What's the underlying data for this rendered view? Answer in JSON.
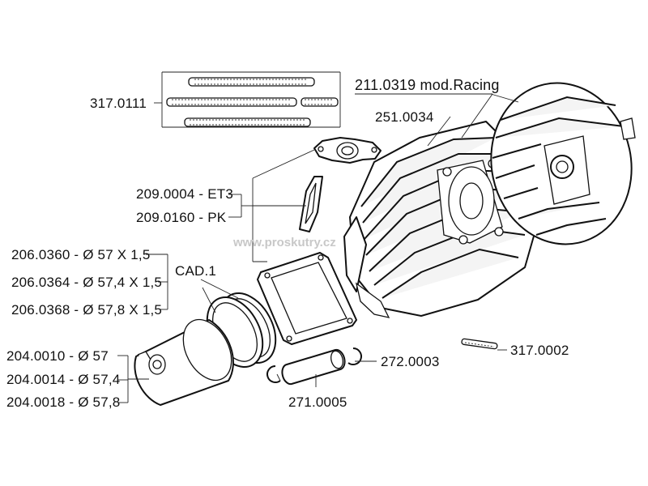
{
  "watermark": "www.proskutry.cz",
  "labels": {
    "studs_top": "317.0111",
    "head": "211.0319 mod.Racing",
    "cylinder": "251.0034",
    "intake_et3": "209.0004 - ET3",
    "intake_pk": "209.0160 - PK",
    "ring_57": "206.0360 - Ø 57 X 1,5",
    "ring_574": "206.0364 - Ø 57,4 X 1,5",
    "ring_578": "206.0368 - Ø 57,8 X 1,5",
    "ring_group": "CAD.1",
    "piston_57": "204.0010 - Ø 57",
    "piston_574": "204.0014 - Ø 57,4",
    "piston_578": "204.0018 - Ø 57,8",
    "circlip": "272.0003",
    "pin": "271.0005",
    "stud_small": "317.0002"
  },
  "colors": {
    "line": "#111111",
    "watermark": "#c8c8c8",
    "background": "#ffffff"
  }
}
